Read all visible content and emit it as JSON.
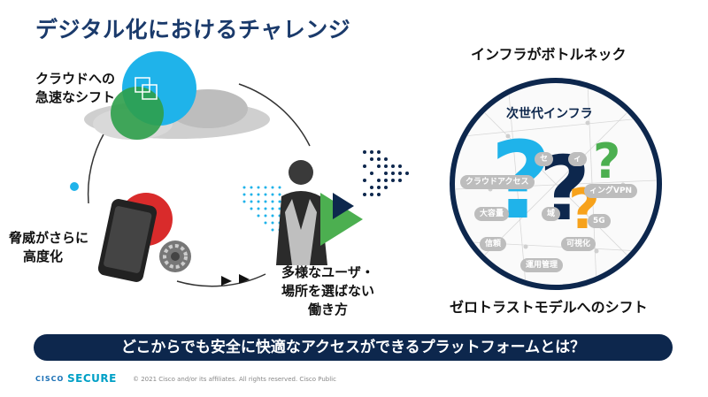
{
  "slide": {
    "title": "デジタル化におけるチャレンジ",
    "cloud_label_1": "クラウドへの",
    "cloud_label_2": "急速なシフト",
    "threat_label_1": "脅威がさらに",
    "threat_label_2": "高度化",
    "users_label_1": "多様なユーザ・",
    "users_label_2": "場所を選ばない",
    "users_label_3": "働き方",
    "infra_bottleneck": "インフラがボトルネック",
    "next_gen_infra": "次世代インフラ",
    "zero_trust": "ゼロトラストモデルへのシフト",
    "banner": "どこからでも安全に快適なアクセスができるプラットフォームとは？"
  },
  "globe_pills": [
    "セ",
    "ィ",
    "クラウドアクセス",
    "ィングVPN",
    "大容量",
    "域",
    "5G",
    "信頼",
    "可視化",
    "運用管理"
  ],
  "footer": {
    "logo": "CISCO",
    "brand": "SECURE",
    "copyright": "© 2021 Cisco and/or its affiliates. All rights reserved. Cisco Public"
  },
  "colors": {
    "navy": "#0d274d",
    "sky": "#1fb3ea",
    "green": "#4caf50",
    "red": "#d92b2b",
    "orange": "#f7a21b"
  }
}
